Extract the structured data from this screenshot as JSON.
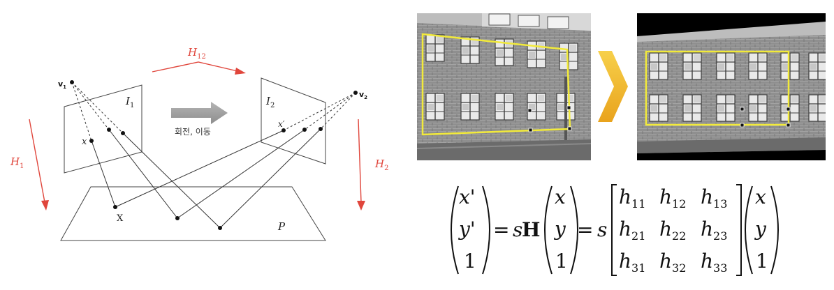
{
  "diagram": {
    "camera1_label": "v",
    "camera1_sub": "1",
    "camera2_label": "v",
    "camera2_sub": "2",
    "image1_label": "I",
    "image1_sub": "1",
    "image2_label": "I",
    "image2_sub": "2",
    "point_image1": "x",
    "point_image2": "x′",
    "world_point": "X",
    "plane_label": "P",
    "motion_label": "회전, 이동",
    "h12_label": "H",
    "h12_sub": "12",
    "h1_label": "H",
    "h1_sub": "1",
    "h2_label": "H",
    "h2_sub": "2"
  },
  "equation": {
    "lhs": [
      "x'",
      "y'",
      "1"
    ],
    "equals": "=",
    "scale": "s",
    "matrix_symbol": "H",
    "vector": [
      "x",
      "y",
      "1"
    ],
    "h_rows": [
      [
        {
          "b": "h",
          "s": "11"
        },
        {
          "b": "h",
          "s": "12"
        },
        {
          "b": "h",
          "s": "13"
        }
      ],
      [
        {
          "b": "h",
          "s": "21"
        },
        {
          "b": "h",
          "s": "22"
        },
        {
          "b": "h",
          "s": "23"
        }
      ],
      [
        {
          "b": "h",
          "s": "31"
        },
        {
          "b": "h",
          "s": "32"
        },
        {
          "b": "h",
          "s": "33"
        }
      ]
    ]
  },
  "colors": {
    "accent_red": "#e0463c",
    "highlight_yellow": "#f2ea3a",
    "arrow_gold": "#f0b82a"
  }
}
